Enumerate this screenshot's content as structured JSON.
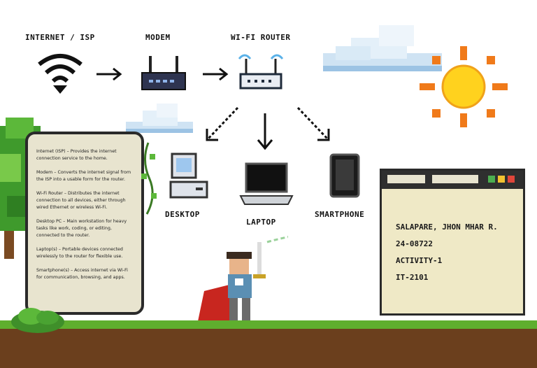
{
  "flow": {
    "internet_label": "INTERNET / ISP",
    "modem_label": "MODEM",
    "router_label": "WI-FI ROUTER",
    "desktop_label": "DESKTOP",
    "laptop_label": "LAPTOP",
    "smartphone_label": "SMARTPHONE"
  },
  "descriptions": [
    "Internet (ISP) – Provides the internet connection service to the home.",
    "Modem – Converts the internet signal from the ISP into a usable form for the router.",
    "Wi-Fi Router – Distributes the internet connection to all devices, either through wired Ethernet or wireless Wi-Fi.",
    "Desktop PC – Main workstation for heavy tasks like work, coding, or editing, connected to the router.",
    "Laptop(s) – Portable devices connected wirelessly to the router for flexible use.",
    "Smartphone(s) – Access internet via Wi-Fi for communication, browsing, and apps."
  ],
  "info_card": {
    "name": "SALAPARE, JHON MHAR R.",
    "id": "24-08722",
    "activity": "ACTIVITY-1",
    "section": "IT-2101"
  },
  "colors": {
    "sun": "#ffd21e",
    "sun_rays": "#f07a1a",
    "cloud": "#dcecf7",
    "grass": "#5fae2e",
    "soil": "#6b3f1d"
  }
}
